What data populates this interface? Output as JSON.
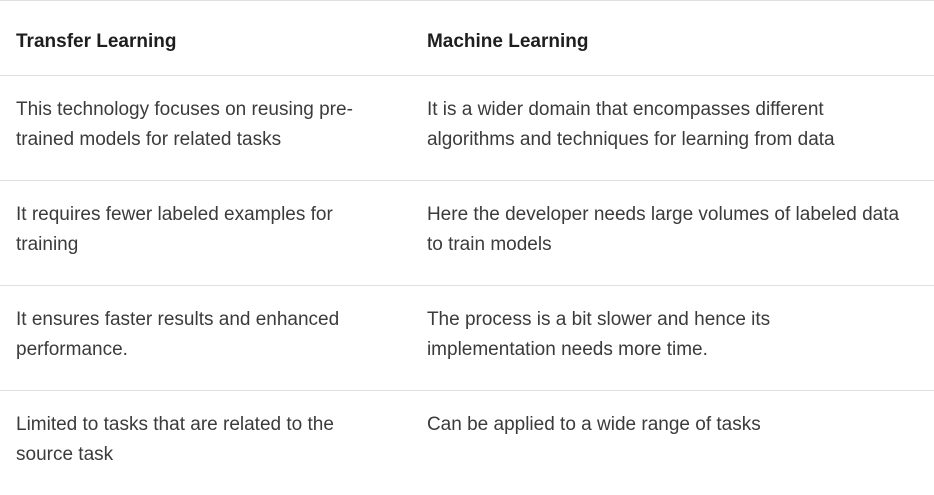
{
  "colors": {
    "background": "#ffffff",
    "border": "#e0e0e0",
    "heading_text": "#1e1e1e",
    "body_text": "#3b3b3b"
  },
  "table": {
    "headers": [
      "Transfer Learning",
      "Machine Learning"
    ],
    "rows": [
      {
        "left": "This technology focuses on reusing pre-trained models for related tasks",
        "right": "It is a wider domain that encompasses different algorithms and techniques for learning from data"
      },
      {
        "left": "It  requires fewer labeled examples for training",
        "right": "Here the developer needs large volumes of labeled data to train models"
      },
      {
        "left": "It ensures faster results and enhanced performance.",
        "right": "The process is a bit slower and hence its implementation needs more time."
      },
      {
        "left": "Limited to tasks that are related to the source task",
        "right": "Can be applied to a wide range of tasks"
      }
    ]
  }
}
